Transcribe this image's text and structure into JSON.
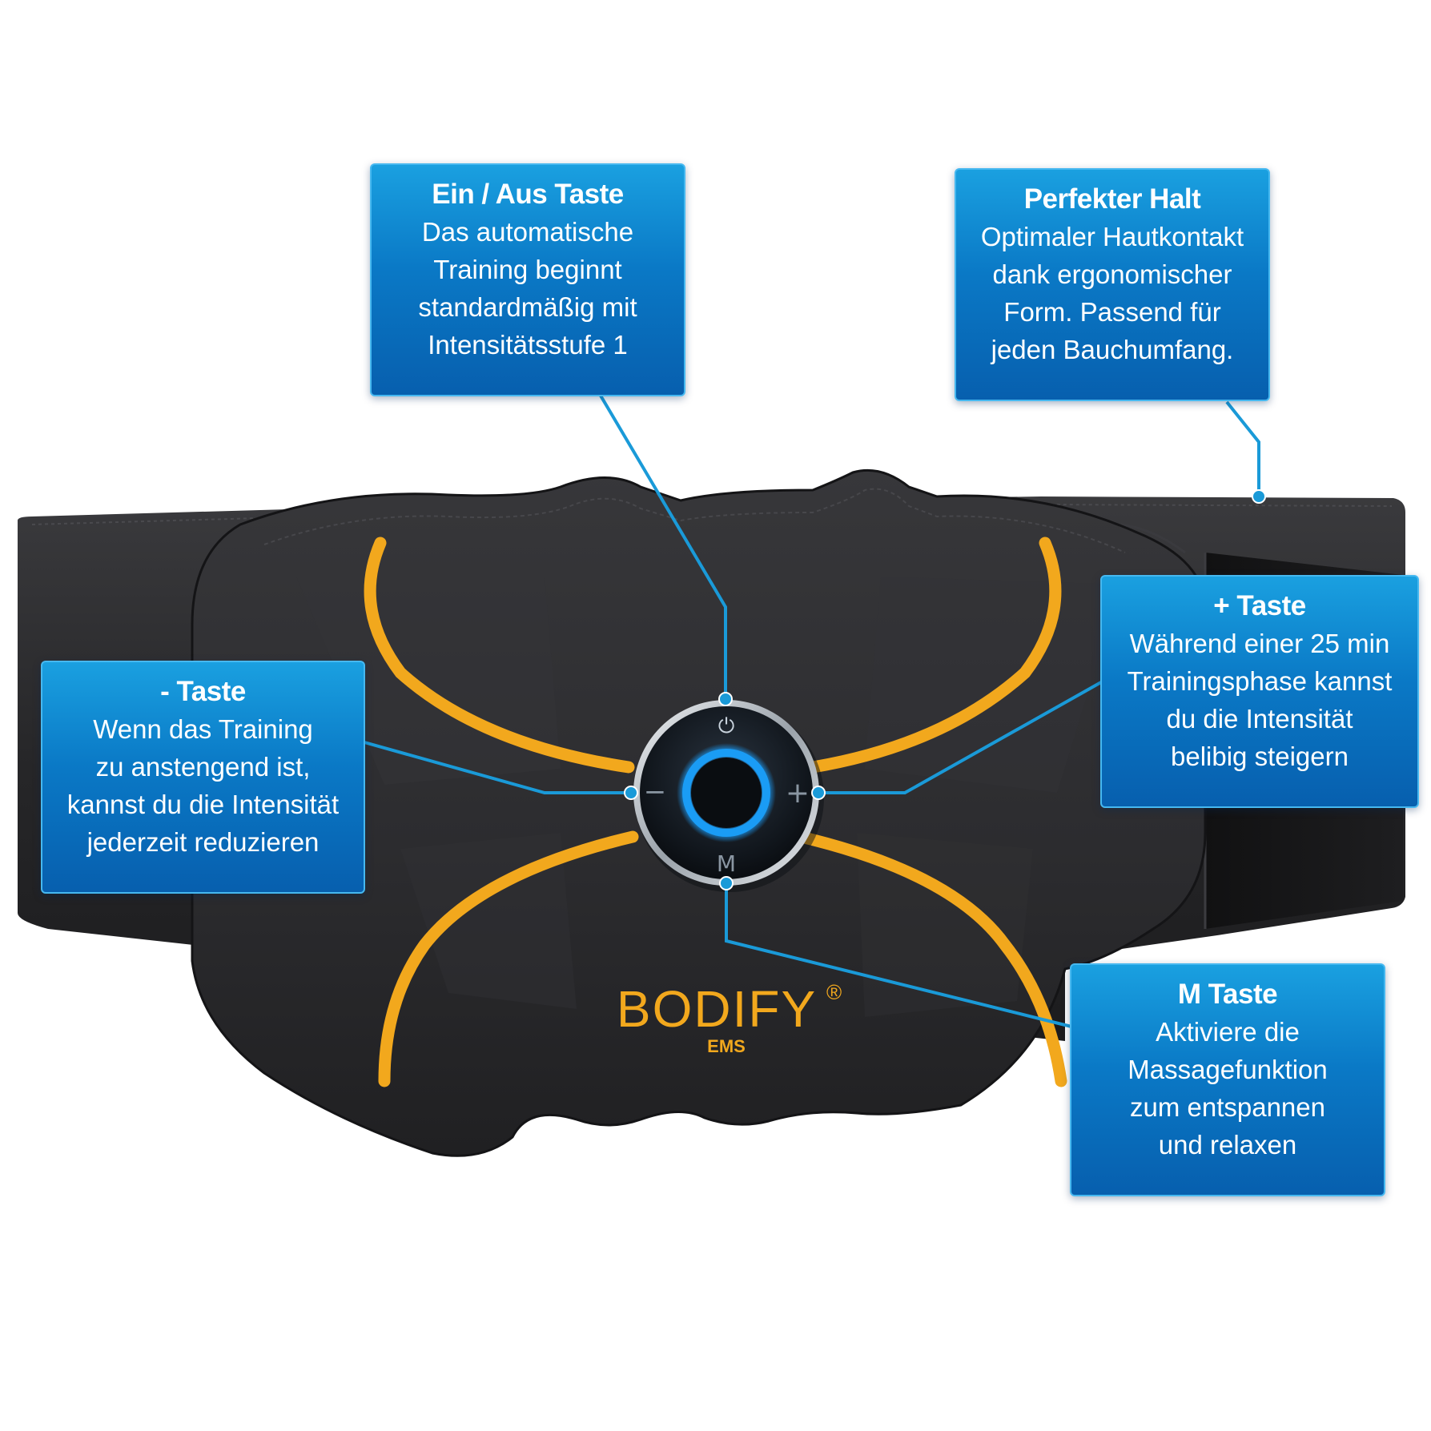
{
  "brand": {
    "name": "BODIFY",
    "mark": "®",
    "sub": "EMS"
  },
  "device": {
    "power_symbol": "⏻",
    "minus_symbol": "−",
    "plus_symbol": "+",
    "mode_symbol": "M"
  },
  "callouts": {
    "power": {
      "title": "Ein / Aus Taste",
      "lines": [
        "Das automatische",
        "Training beginnt",
        "standardmäßig mit",
        "Intensitätsstufe 1"
      ]
    },
    "halt": {
      "title": "Perfekter Halt",
      "lines": [
        "Optimaler Hautkontakt",
        "dank ergonomischer",
        "Form. Passend für",
        "jeden Bauchumfang."
      ]
    },
    "minus": {
      "title": "- Taste",
      "lines": [
        "Wenn das Training",
        "zu anstengend ist,",
        "kannst du die Intensität",
        "jederzeit reduzieren"
      ]
    },
    "plus": {
      "title": "+ Taste",
      "lines": [
        "Während einer 25 min",
        "Trainingsphase kannst",
        "du die Intensität",
        "belibig steigern"
      ]
    },
    "mode": {
      "title": "M Taste",
      "lines": [
        "Aktiviere die",
        "Massagefunktion",
        "zum entspannen",
        "und relaxen"
      ]
    }
  },
  "colors": {
    "callout_blue": "#0a79c6",
    "leader_line": "#1a9ad8",
    "belt": "#2a2a2c",
    "accent_orange": "#f2a81d"
  }
}
